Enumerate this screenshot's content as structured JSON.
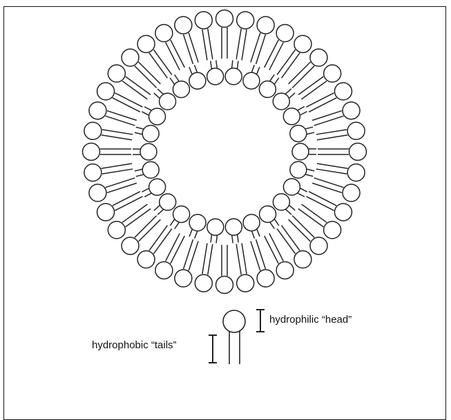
{
  "labels": {
    "head": "hydrophilic “head”",
    "tails": "hydrophobic “tails”"
  },
  "diagram": {
    "outer_layer_molecules": 40,
    "inner_layer_molecules": 26,
    "colors": {
      "line": "#222222",
      "fill": "#ffffff"
    }
  }
}
